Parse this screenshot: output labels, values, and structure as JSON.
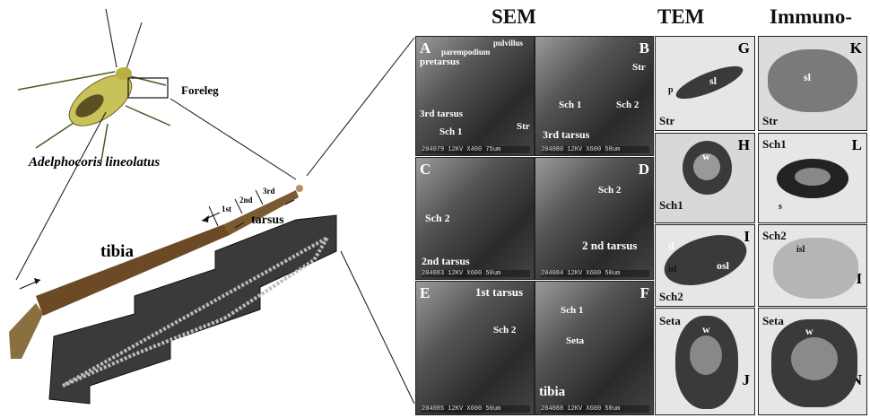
{
  "headers": {
    "sem": "SEM",
    "tem": "TEM",
    "immuno": "Immuno-"
  },
  "left": {
    "species": "Adelphocoris lineolatus",
    "foreleg": "Foreleg",
    "tibia": "tibia",
    "tarsus": "tarsus",
    "seg1": "1st",
    "seg2": "2nd",
    "seg3": "3rd"
  },
  "panels": {
    "A": {
      "letter": "A",
      "labels": [
        "pulvillus",
        "parempodium",
        "pretarsus",
        "3rd tarsus",
        "Sch 1",
        "Str"
      ],
      "info": "204079 12KV X400 75um"
    },
    "B": {
      "letter": "B",
      "labels": [
        "Str",
        "Sch 1",
        "Sch 2",
        "3rd tarsus"
      ],
      "info": "204080 12KV X600 50um"
    },
    "C": {
      "letter": "C",
      "labels": [
        "Sch 2",
        "2nd tarsus"
      ],
      "info": "204083 12KV X600 50um"
    },
    "D": {
      "letter": "D",
      "labels": [
        "Sch 2",
        "2 nd tarsus"
      ],
      "info": "204084 12KV X600 50um"
    },
    "E": {
      "letter": "E",
      "labels": [
        "1st tarsus",
        "Sch 2"
      ],
      "info": "204085 12KV X600 50um"
    },
    "F": {
      "letter": "F",
      "labels": [
        "Sch 1",
        "Seta",
        "tibia"
      ],
      "info": "204088 12KV X600 50um"
    },
    "G": {
      "letter": "G",
      "labels": [
        "sl",
        "p",
        "Str"
      ]
    },
    "H": {
      "letter": "H",
      "labels": [
        "w",
        "Sch1"
      ]
    },
    "I": {
      "letter": "I",
      "labels": [
        "d",
        "isl",
        "osl",
        "Sch2"
      ]
    },
    "J": {
      "letter": "J",
      "labels": [
        "Seta",
        "w"
      ]
    },
    "K": {
      "letter": "K",
      "labels": [
        "sl",
        "Str"
      ]
    },
    "L": {
      "letter": "L",
      "labels": [
        "Sch1",
        "s"
      ]
    },
    "M": {
      "letter": "M",
      "labels": [
        "Sch2",
        "isl"
      ]
    },
    "N": {
      "letter": "N",
      "labels": [
        "Seta",
        "w"
      ]
    }
  }
}
